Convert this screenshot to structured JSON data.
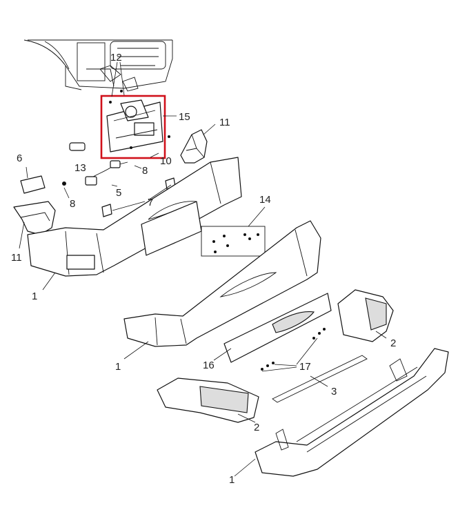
{
  "highlight": {
    "color": "#d0101a"
  },
  "callouts": [
    {
      "id": "c12",
      "text": "12"
    },
    {
      "id": "c15",
      "text": "15"
    },
    {
      "id": "c11a",
      "text": "11"
    },
    {
      "id": "c10",
      "text": "10"
    },
    {
      "id": "c8a",
      "text": "8"
    },
    {
      "id": "c6",
      "text": "6"
    },
    {
      "id": "c13",
      "text": "13"
    },
    {
      "id": "c5",
      "text": "5"
    },
    {
      "id": "c8b",
      "text": "8"
    },
    {
      "id": "c7",
      "text": "7"
    },
    {
      "id": "c14",
      "text": "14"
    },
    {
      "id": "c11b",
      "text": "11"
    },
    {
      "id": "c1a",
      "text": "1"
    },
    {
      "id": "c1b",
      "text": "1"
    },
    {
      "id": "c16",
      "text": "16"
    },
    {
      "id": "c17",
      "text": "17"
    },
    {
      "id": "c2a",
      "text": "2"
    },
    {
      "id": "c3",
      "text": "3"
    },
    {
      "id": "c2b",
      "text": "2"
    },
    {
      "id": "c1c",
      "text": "1"
    }
  ]
}
